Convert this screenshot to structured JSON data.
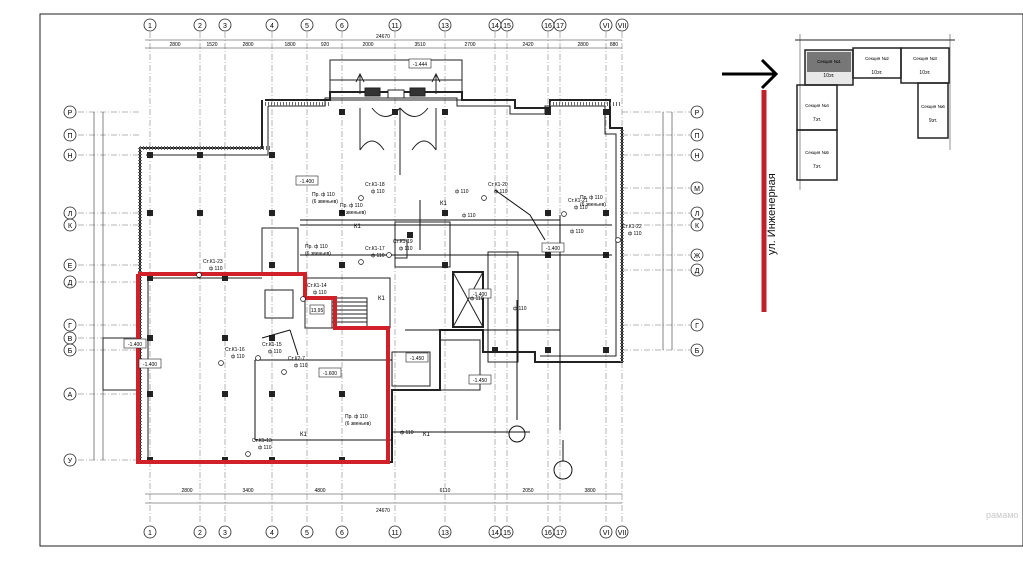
{
  "grid": {
    "columns": [
      "1",
      "2",
      "3",
      "4",
      "5",
      "6",
      "11",
      "13",
      "14",
      "15",
      "16",
      "17",
      "VI",
      "VII"
    ],
    "rows_left": [
      "Р",
      "П",
      "Н",
      "Л",
      "К",
      "Е",
      "Д",
      "Г",
      "В",
      "Б",
      "А",
      "У"
    ],
    "rows_right": [
      "Р",
      "П",
      "Н",
      "М",
      "Л",
      "К",
      "Ж",
      "Д",
      "Г",
      "Б"
    ]
  },
  "dimensions": {
    "top": [
      "2800",
      "1520",
      "2800",
      "1800",
      "920",
      "2000",
      "3510",
      "2700",
      "2420",
      "2800",
      "880"
    ],
    "top_total": "24670",
    "bottom": [
      "2800",
      "3400",
      "4800",
      "6110",
      "2050",
      "3800"
    ],
    "bottom_total": "24670"
  },
  "level_marks": [
    "-1.400",
    "-1.444",
    "-1.400",
    "-1.400",
    "-1.600",
    "-1.400",
    "-1.450",
    "-1.450",
    "-1.400"
  ],
  "risers": [
    {
      "tag": "Ст.К1-18",
      "dia": "ф 110"
    },
    {
      "tag": "Ст.К1-20",
      "dia": "ф 110"
    },
    {
      "tag": "Ст.К1-21",
      "dia": "ф 110"
    },
    {
      "tag": "Ст.К1-22",
      "dia": "ф 110"
    },
    {
      "tag": "Ст.К1-23",
      "dia": "ф 110"
    },
    {
      "tag": "Ст.К1-19",
      "dia": "ф 110"
    },
    {
      "tag": "Ст.К1-17",
      "dia": "ф 110"
    },
    {
      "tag": "Ст.К1-16",
      "dia": "ф 110"
    },
    {
      "tag": "Ст.К1-15",
      "dia": "ф 110"
    },
    {
      "tag": "Ст.К1-14",
      "dia": "ф 110"
    },
    {
      "tag": "Ст.К1-13",
      "dia": "ф 110"
    },
    {
      "tag": "Ст.К2-7",
      "dia": "ф 110"
    }
  ],
  "pr_labels": [
    {
      "text": "Пр. ф 110",
      "sub": "(6 звеньев)"
    },
    {
      "text": "Пр. ф 110",
      "sub": "(6 звеньев)"
    },
    {
      "text": "Пр. ф 110",
      "sub": "(6 звеньев)"
    },
    {
      "text": "Пр. ф 110",
      "sub": "(6 звеньев)"
    },
    {
      "text": "Пр. ф 110",
      "sub": "(6 звеньев)"
    }
  ],
  "pipe_dia": "ф 110",
  "k1": "К1",
  "stair_mark": "13,95",
  "key_plan": {
    "sections": [
      {
        "name": "Секция №1",
        "floors": "10эт."
      },
      {
        "name": "Секция №2",
        "floors": "10эт."
      },
      {
        "name": "Секция №3",
        "floors": "10эт."
      },
      {
        "name": "Секция №4",
        "floors": "7эт."
      },
      {
        "name": "Секция №5",
        "floors": "7эт."
      },
      {
        "name": "Секция №6",
        "floors": "9эт."
      }
    ],
    "street": "ул. Инженерная"
  },
  "watermark": "рамамо",
  "colors": {
    "line": "#1a1a1a",
    "highlight": "#d0202a",
    "street": "#c0202a",
    "wall": "#555555"
  }
}
